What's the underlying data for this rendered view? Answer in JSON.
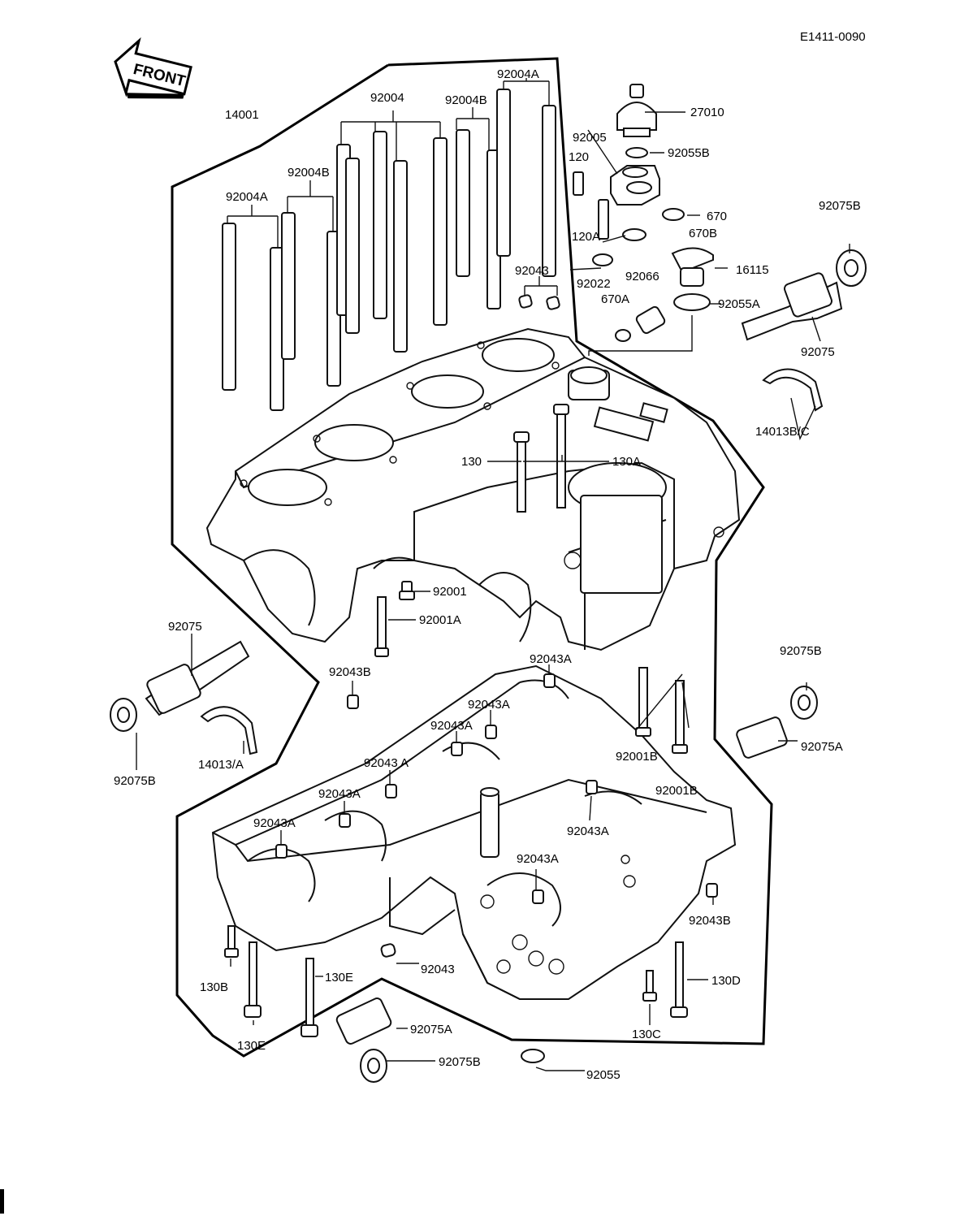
{
  "diagram_code": "E1411-0090",
  "front_label": "FRONT",
  "labels": [
    {
      "id": "l-14001",
      "text": "14001"
    },
    {
      "id": "l-92004",
      "text": "92004"
    },
    {
      "id": "l-92004A-top",
      "text": "92004A"
    },
    {
      "id": "l-92004B-top",
      "text": "92004B"
    },
    {
      "id": "l-92004B-mid",
      "text": "92004B"
    },
    {
      "id": "l-92004A-left",
      "text": "92004A"
    },
    {
      "id": "l-27010",
      "text": "27010"
    },
    {
      "id": "l-92005",
      "text": "92005"
    },
    {
      "id": "l-92055B",
      "text": "92055B"
    },
    {
      "id": "l-120",
      "text": "120"
    },
    {
      "id": "l-670",
      "text": "670"
    },
    {
      "id": "l-120A",
      "text": "120A"
    },
    {
      "id": "l-670B",
      "text": "670B"
    },
    {
      "id": "l-92075B-right",
      "text": "92075B"
    },
    {
      "id": "l-16115",
      "text": "16115"
    },
    {
      "id": "l-92043-top",
      "text": "92043"
    },
    {
      "id": "l-92022",
      "text": "92022"
    },
    {
      "id": "l-92066",
      "text": "92066"
    },
    {
      "id": "l-670A",
      "text": "670A"
    },
    {
      "id": "l-92055A",
      "text": "92055A"
    },
    {
      "id": "l-92075-right",
      "text": "92075"
    },
    {
      "id": "l-14013BC",
      "text": "14013B/C"
    },
    {
      "id": "l-130",
      "text": "130"
    },
    {
      "id": "l-130A",
      "text": "130A"
    },
    {
      "id": "l-92001",
      "text": "92001"
    },
    {
      "id": "l-92001A",
      "text": "92001A"
    },
    {
      "id": "l-92075-left",
      "text": "92075"
    },
    {
      "id": "l-92043B-left",
      "text": "92043B"
    },
    {
      "id": "l-92043A-1",
      "text": "92043A"
    },
    {
      "id": "l-92043A-2",
      "text": "92043A"
    },
    {
      "id": "l-92043A-3",
      "text": "92043A"
    },
    {
      "id": "l-92043A-4",
      "text": "92043 A"
    },
    {
      "id": "l-92043A-5",
      "text": "92043A"
    },
    {
      "id": "l-92043A-6",
      "text": "92043A"
    },
    {
      "id": "l-92043A-7",
      "text": "92043A"
    },
    {
      "id": "l-92043A-8",
      "text": "92043A"
    },
    {
      "id": "l-92075B-midright",
      "text": "92075B"
    },
    {
      "id": "l-92075A-right",
      "text": "92075A"
    },
    {
      "id": "l-92001B-1",
      "text": "92001B"
    },
    {
      "id": "l-92001B-2",
      "text": "92001B"
    },
    {
      "id": "l-92075B-left",
      "text": "92075B"
    },
    {
      "id": "l-14013A",
      "text": "14013/A"
    },
    {
      "id": "l-92043B-right",
      "text": "92043B"
    },
    {
      "id": "l-92043-bottom",
      "text": "92043"
    },
    {
      "id": "l-130B",
      "text": "130B"
    },
    {
      "id": "l-130E-1",
      "text": "130E"
    },
    {
      "id": "l-130E-2",
      "text": "130E"
    },
    {
      "id": "l-92075A-bottom",
      "text": "92075A"
    },
    {
      "id": "l-92075B-bottom",
      "text": "92075B"
    },
    {
      "id": "l-92055",
      "text": "92055"
    },
    {
      "id": "l-130C",
      "text": "130C"
    },
    {
      "id": "l-130D",
      "text": "130D"
    }
  ]
}
